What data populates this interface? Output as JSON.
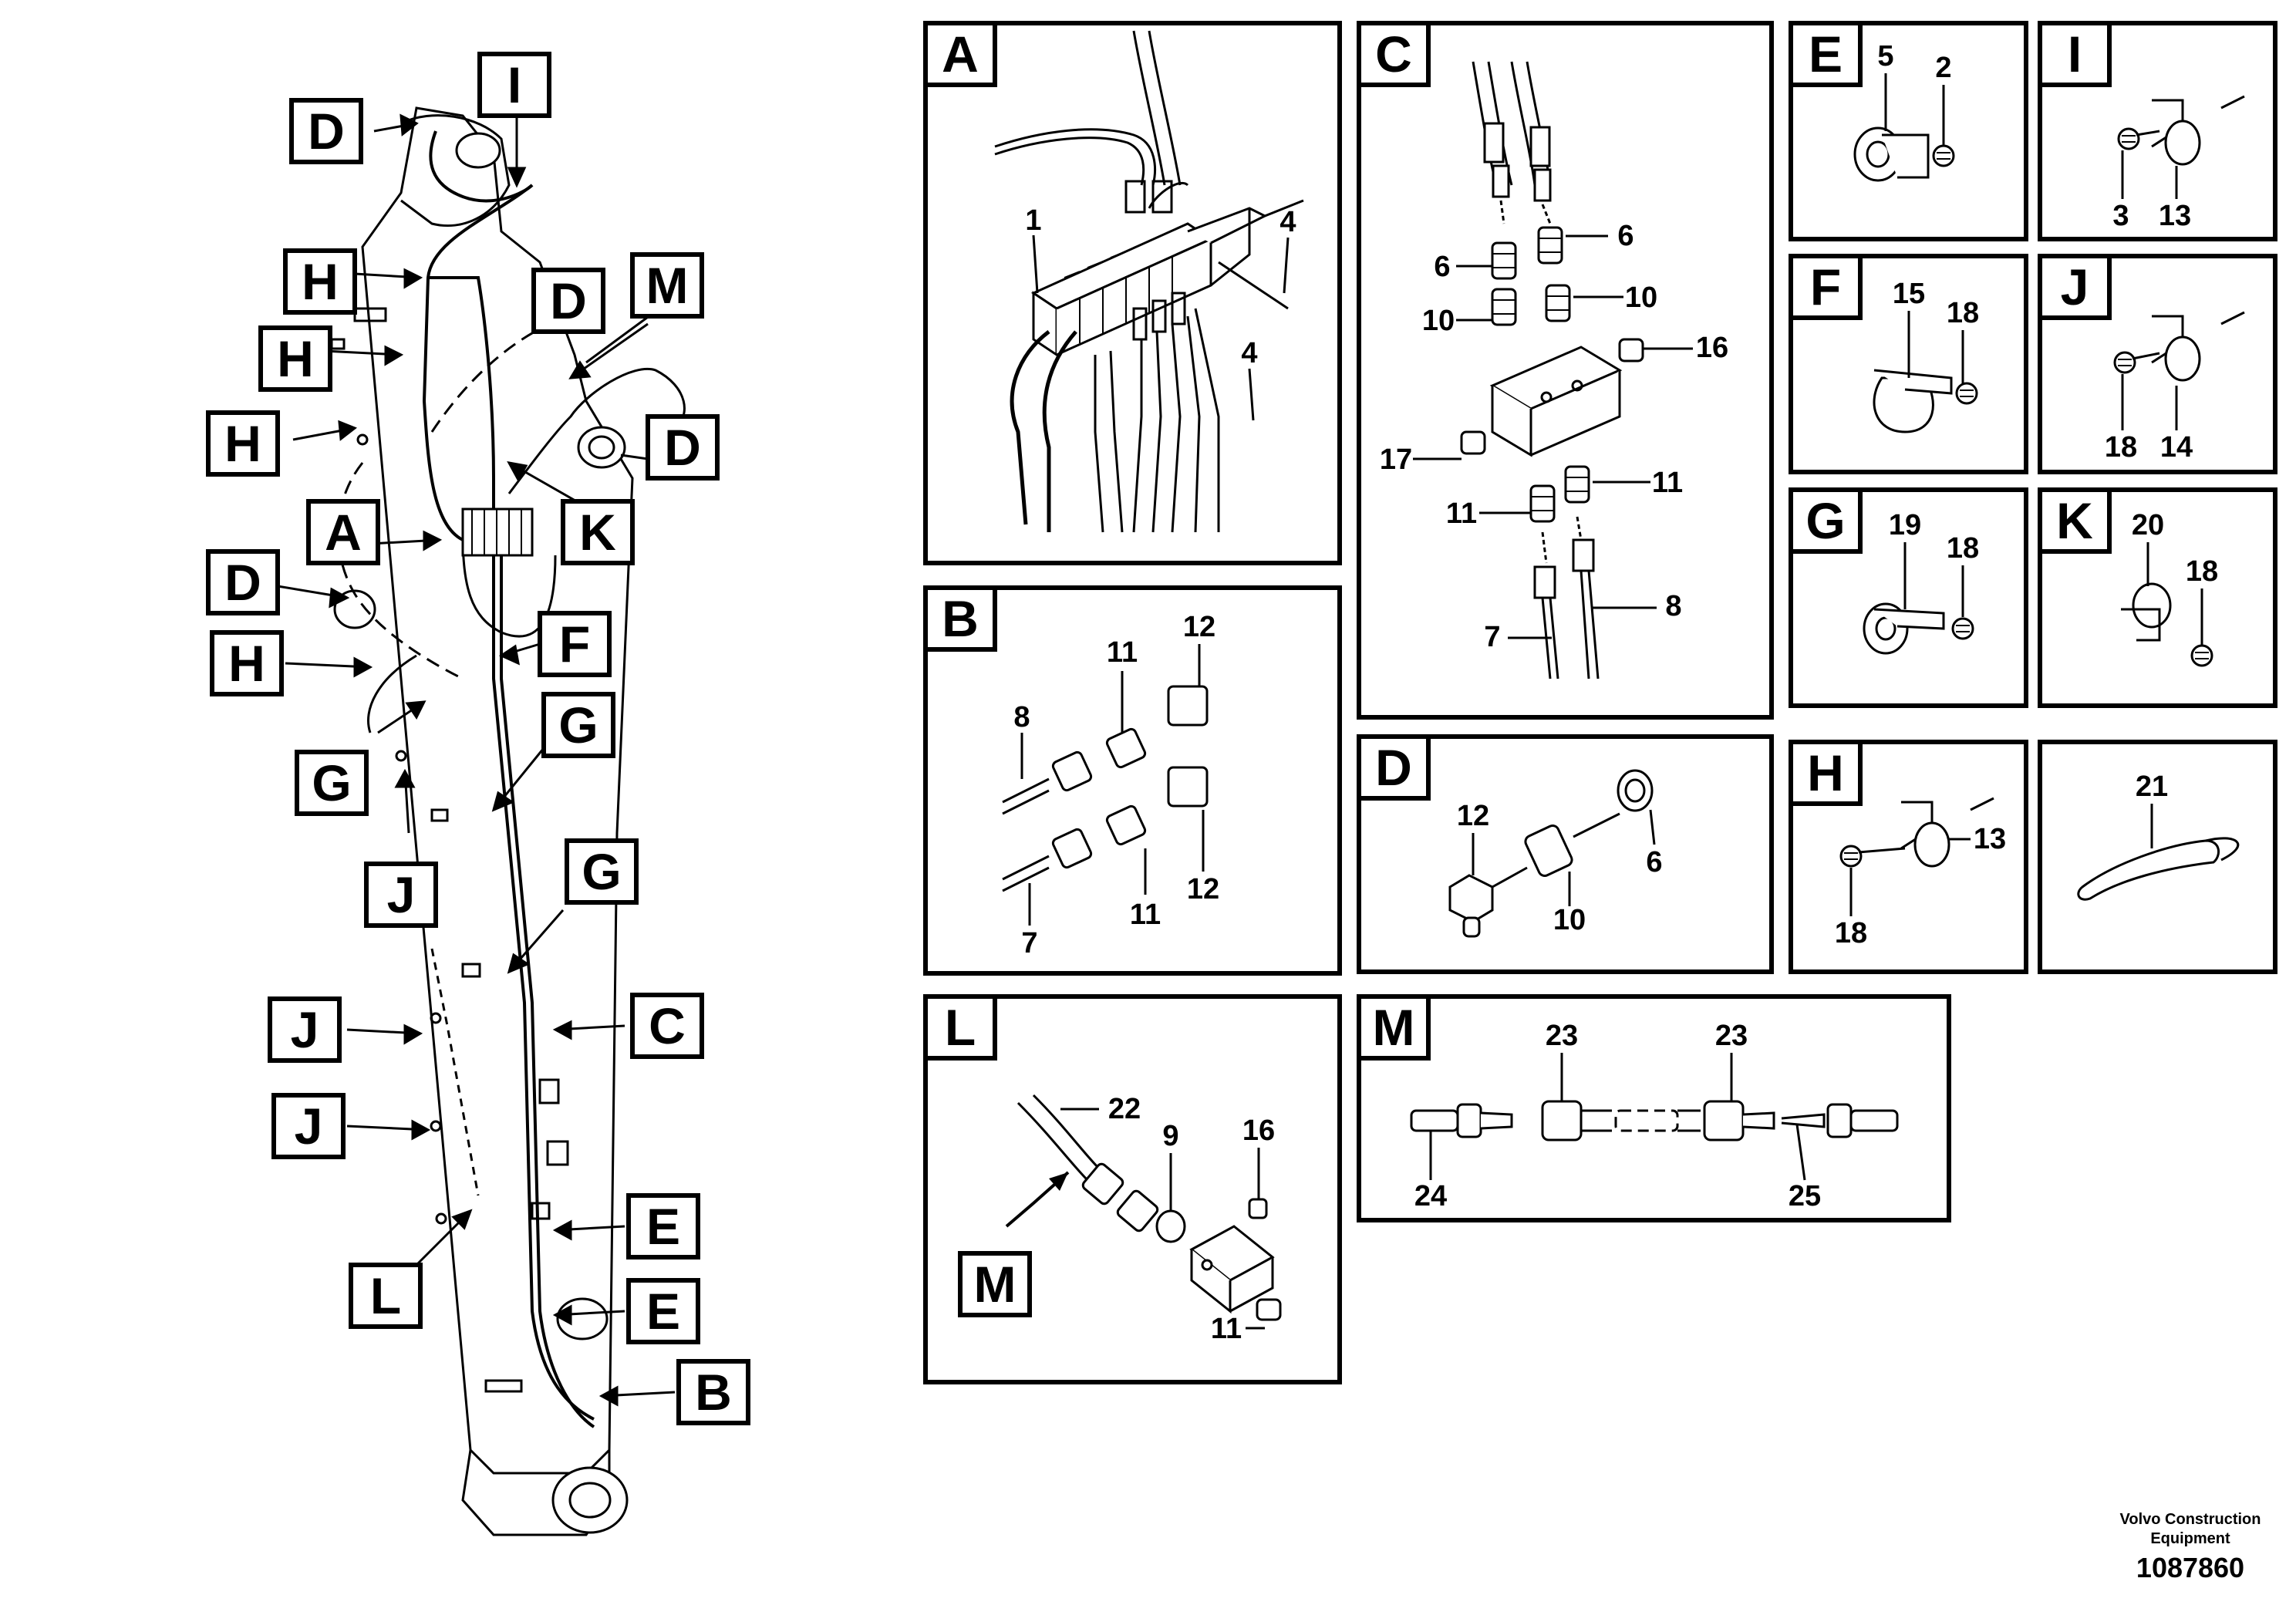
{
  "callouts": {
    "D1": "D",
    "I": "I",
    "H1": "H",
    "M": "M",
    "D2": "D",
    "H2": "H",
    "H3": "H",
    "D3": "D",
    "A": "A",
    "K": "K",
    "D4": "D",
    "F": "F",
    "H4": "H",
    "G1": "G",
    "G2": "G",
    "J1": "J",
    "G3": "G",
    "J2": "J",
    "C": "C",
    "J3": "J",
    "E1": "E",
    "L": "L",
    "E2": "E",
    "B": "B"
  },
  "panels": {
    "A": {
      "title": "A",
      "labels": [
        "1",
        "4",
        "4"
      ]
    },
    "B": {
      "title": "B",
      "labels": [
        "11",
        "12",
        "8",
        "7",
        "11",
        "12"
      ]
    },
    "C": {
      "title": "C",
      "labels": [
        "6",
        "6",
        "10",
        "10",
        "16",
        "17",
        "11",
        "11",
        "8",
        "7"
      ]
    },
    "D": {
      "title": "D",
      "labels": [
        "12",
        "6",
        "10"
      ]
    },
    "E": {
      "title": "E",
      "labels": [
        "5",
        "2"
      ]
    },
    "F": {
      "title": "F",
      "labels": [
        "15",
        "18"
      ]
    },
    "G": {
      "title": "G",
      "labels": [
        "19",
        "18"
      ]
    },
    "H": {
      "title": "H",
      "labels": [
        "13",
        "18"
      ]
    },
    "I": {
      "title": "I",
      "labels": [
        "3",
        "13"
      ]
    },
    "J": {
      "title": "J",
      "labels": [
        "18",
        "14"
      ]
    },
    "K": {
      "title": "K",
      "labels": [
        "20",
        "18"
      ]
    },
    "N": {
      "title": "",
      "labels": [
        "21"
      ]
    },
    "L": {
      "title": "L",
      "labels": [
        "22",
        "9",
        "16",
        "11"
      ],
      "callout": "M"
    },
    "M": {
      "title": "M",
      "labels": [
        "23",
        "23",
        "24",
        "25"
      ]
    }
  },
  "footer": {
    "company_line1": "Volvo Construction",
    "company_line2": "Equipment",
    "number": "1087860"
  }
}
